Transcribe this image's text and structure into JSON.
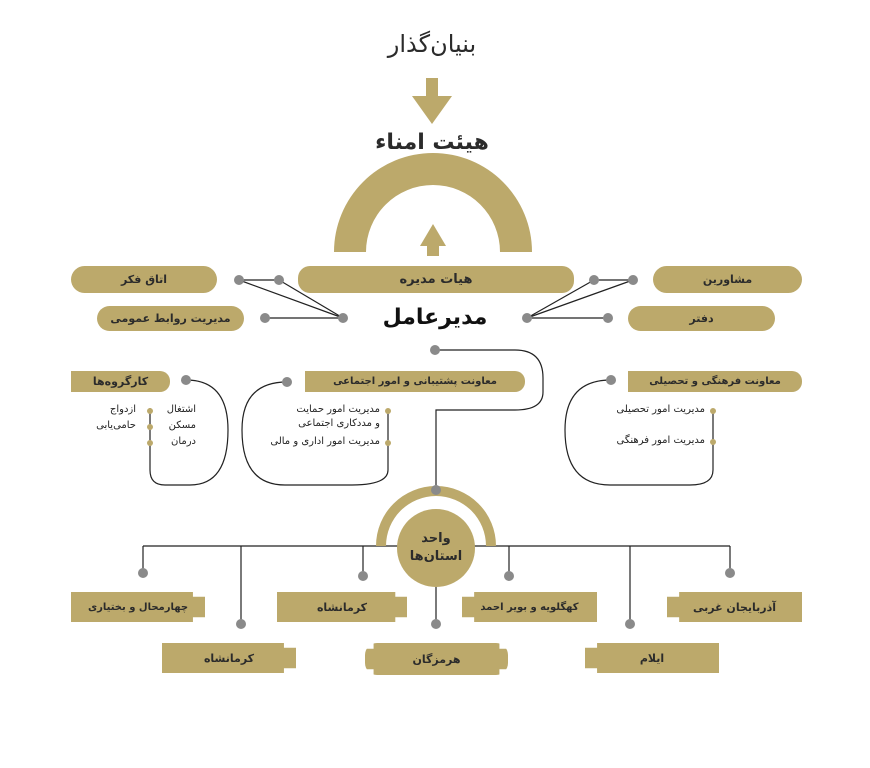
{
  "colors": {
    "gold": "#bca96b",
    "dot": "#8a8a8a",
    "line": "#222222"
  },
  "nodes": {
    "founder": "بنیان‌گذار",
    "trustees": "هیئت امناء",
    "board": "هیات مدیره",
    "ceo": "مدیرعامل",
    "think_tank": "اتاق فکر",
    "public_relations": "مدیریت روابط عمومی",
    "advisors": "مشاورین",
    "office": "دفتر",
    "working_groups": "کارگروه‌ها",
    "support_deputy": "معاونت پشتیبانی و امور اجتماعی",
    "culture_deputy": "معاونت فرهنگی و تحصیلی",
    "provinces_unit_line1": "واحد",
    "provinces_unit_line2": "استان‌ها"
  },
  "working_groups_items": {
    "right": [
      "اشتغال",
      "مسکن",
      "درمان"
    ],
    "left": [
      "ازدواج",
      "حامی‌یابی"
    ]
  },
  "support_items": {
    "line1a": "مدیریت امور حمایت",
    "line1b": "و مددکاری اجتماعی",
    "line2": "مدیریت امور اداری و مالی"
  },
  "culture_items": [
    "مدیریت امور تحصیلی",
    "مدیریت امور فرهنگی"
  ],
  "provinces": {
    "azerbaijan": "آذربایجان غربی",
    "kohgiluyeh": "کهگلویه و بویر احمد",
    "kermanshah_top": "کرمانشاه",
    "chaharmahal": "چهارمحال و بختیاری",
    "ilam": "ایلام",
    "hormozgan": "هرمزگان",
    "kermanshah_bottom": "کرمانشاه"
  }
}
